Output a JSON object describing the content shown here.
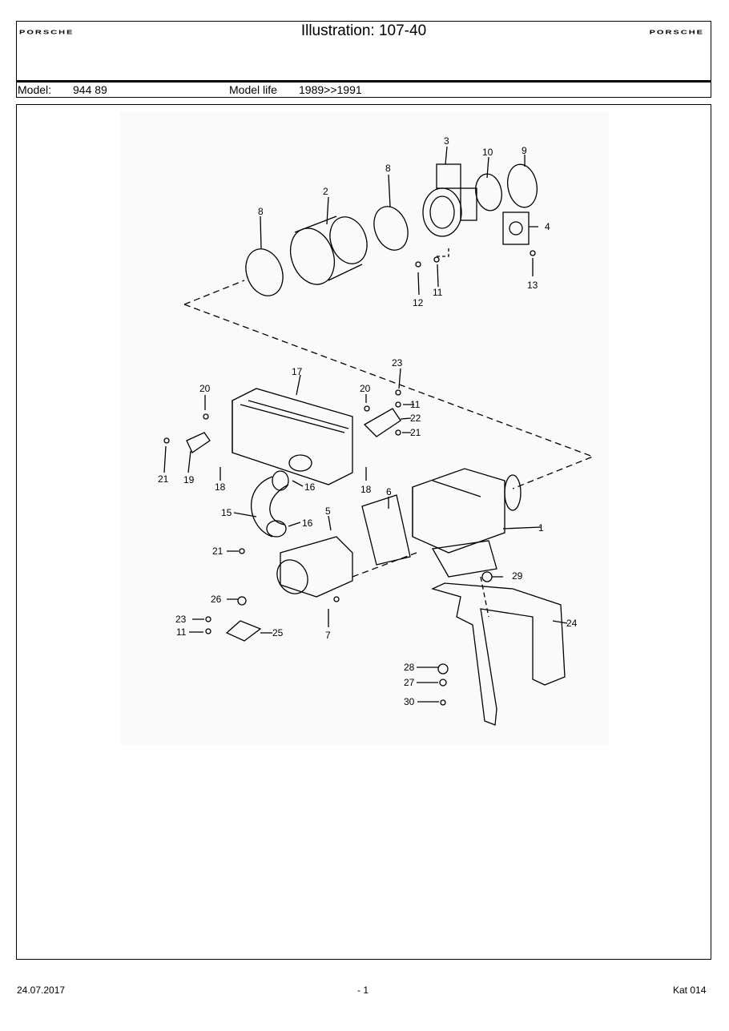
{
  "header": {
    "logo_left": "PORSCHE",
    "logo_right": "PORSCHE",
    "title": "Illustration: 107-40",
    "model_label": "Model:",
    "model_value": "944 89",
    "model_life_label": "Model life",
    "model_life_value": "1989>>1991"
  },
  "diagram": {
    "callouts": [
      "1",
      "2",
      "3",
      "4",
      "5",
      "6",
      "7",
      "8",
      "8",
      "9",
      "10",
      "11",
      "11",
      "11",
      "12",
      "13",
      "15",
      "16",
      "16",
      "17",
      "18",
      "18",
      "19",
      "20",
      "20",
      "21",
      "21",
      "21",
      "22",
      "23",
      "23",
      "24",
      "25",
      "26",
      "27",
      "28",
      "29",
      "30"
    ]
  },
  "footer": {
    "date": "24.07.2017",
    "page": "- 1",
    "catalog": "Kat 014"
  }
}
